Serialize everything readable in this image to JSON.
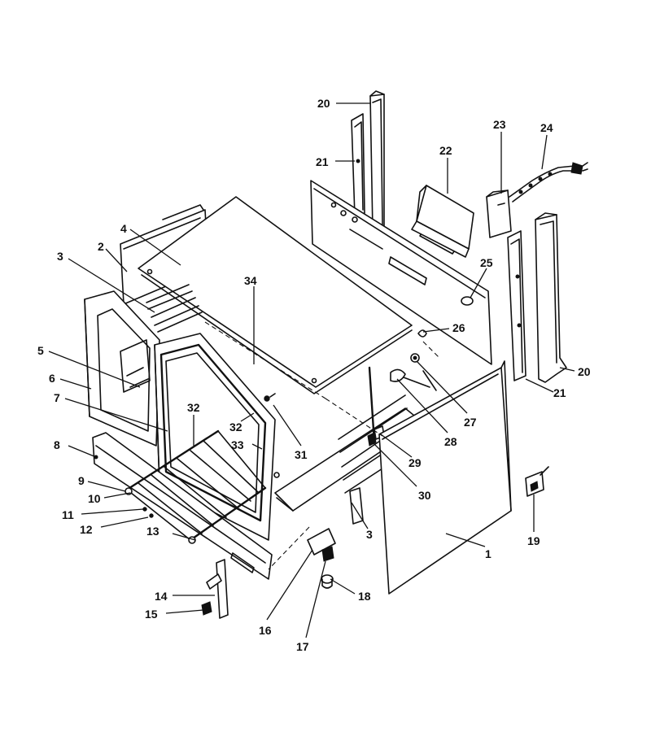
{
  "callouts": {
    "p1": "1",
    "p2": "2",
    "p3a": "3",
    "p3b": "3",
    "p4": "4",
    "p5": "5",
    "p6": "6",
    "p7": "7",
    "p8": "8",
    "p9": "9",
    "p10": "10",
    "p11": "11",
    "p12": "12",
    "p13": "13",
    "p14": "14",
    "p15": "15",
    "p16": "16",
    "p17": "17",
    "p18": "18",
    "p19": "19",
    "p20a": "20",
    "p20b": "20",
    "p21a": "21",
    "p21b": "21",
    "p22": "22",
    "p23": "23",
    "p24": "24",
    "p25": "25",
    "p26": "26",
    "p27": "27",
    "p28": "28",
    "p29": "29",
    "p30": "30",
    "p31": "31",
    "p32a": "32",
    "p32b": "32",
    "p33": "33",
    "p34": "34"
  }
}
